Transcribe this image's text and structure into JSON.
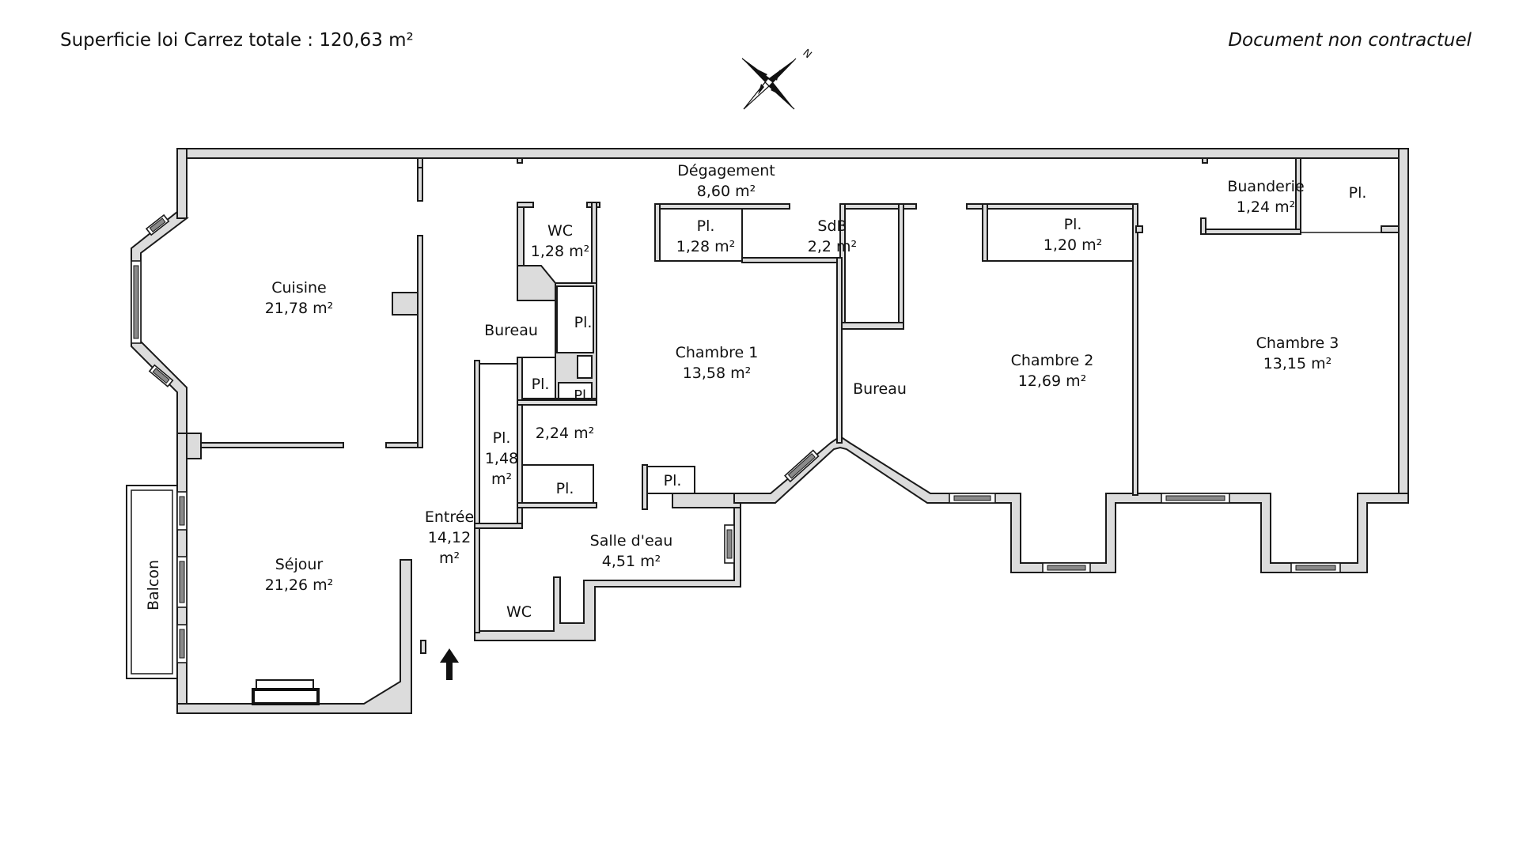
{
  "header": {
    "area_label": "Superficie loi Carrez totale :",
    "area_value": "120,63 m²",
    "disclaimer": "Document non contractuel"
  },
  "compass": {
    "north_letter": "N",
    "icon": "compass-rose-icon"
  },
  "rooms": {
    "cuisine": {
      "name": "Cuisine",
      "area": "21,78 m²"
    },
    "sejour": {
      "name": "Séjour",
      "area": "21,26 m²"
    },
    "balcon": {
      "name": "Balcon"
    },
    "entree": {
      "name": "Entrée",
      "area_line1": "14,12",
      "area_line2": "m²"
    },
    "wc_top": {
      "name": "WC",
      "area": "1,28 m²"
    },
    "bureau_left": {
      "name": "Bureau"
    },
    "pl_bureau": {
      "name": "Pl."
    },
    "pl_small_a": {
      "name": "Pl."
    },
    "pl_small_b": {
      "name": "Pl."
    },
    "area_224": {
      "area": "2,24 m²"
    },
    "pl_148": {
      "name": "Pl.",
      "area_line1": "1,48",
      "area_line2": "m²"
    },
    "pl_lower": {
      "name": "Pl."
    },
    "pl_chambre1_bottom": {
      "name": "Pl."
    },
    "salle_eau": {
      "name": "Salle d'eau",
      "area": "4,51 m²"
    },
    "wc_bottom": {
      "name": "WC"
    },
    "degagement": {
      "name": "Dégagement",
      "area": "8,60 m²"
    },
    "pl_128": {
      "name": "Pl.",
      "area": "1,28 m²"
    },
    "sdb": {
      "name": "SdB",
      "area": "2,2 m²"
    },
    "chambre1": {
      "name": "Chambre 1",
      "area": "13,58 m²"
    },
    "bureau_right": {
      "name": "Bureau"
    },
    "pl_120": {
      "name": "Pl.",
      "area": "1,20 m²"
    },
    "chambre2": {
      "name": "Chambre 2",
      "area": "12,69 m²"
    },
    "buanderie": {
      "name": "Buanderie",
      "area": "1,24 m²"
    },
    "pl_buanderie": {
      "name": "Pl."
    },
    "chambre3": {
      "name": "Chambre 3",
      "area": "13,15 m²"
    }
  },
  "entrance_marker": {
    "icon": "entrance-arrow-icon"
  },
  "colors": {
    "wall_fill": "#dcdcdc",
    "line": "#1a1a1a",
    "background": "#ffffff"
  }
}
